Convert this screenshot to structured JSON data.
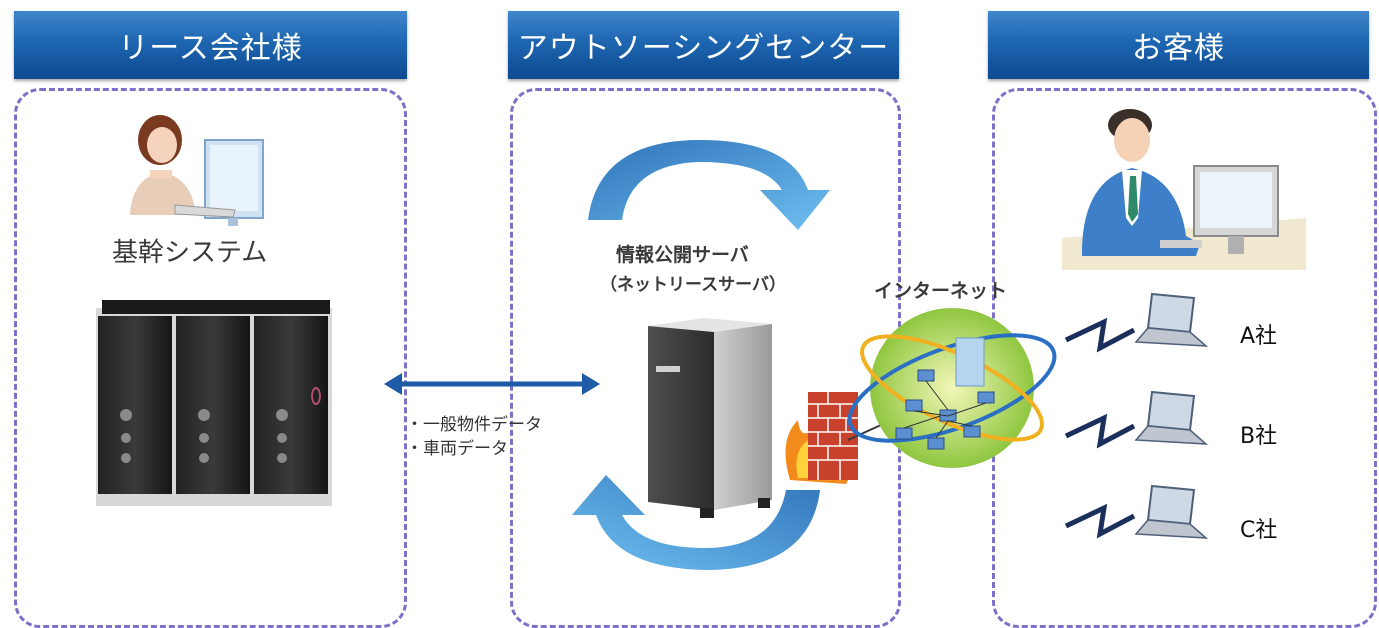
{
  "headers": {
    "leasing": "リース会社様",
    "outsourcing": "アウトソーシングセンター",
    "customer": "お客様"
  },
  "leasing": {
    "system_label": "基幹システム"
  },
  "center": {
    "server_title": "情報公開サーバ",
    "server_subtitle": "（ネットリースサーバ）"
  },
  "data_items": [
    "・一般物件データ",
    "・車両データ"
  ],
  "internet_label": "インターネット",
  "customers": [
    "A社",
    "B社",
    "C社"
  ],
  "colors": {
    "header_blue": "#1e66b1",
    "panel_border": "#7e70c9",
    "arrow_blue": "#1f5aa6",
    "cycle_arrow_light": "#5eaee8",
    "cycle_arrow_dark": "#2f73b9"
  }
}
